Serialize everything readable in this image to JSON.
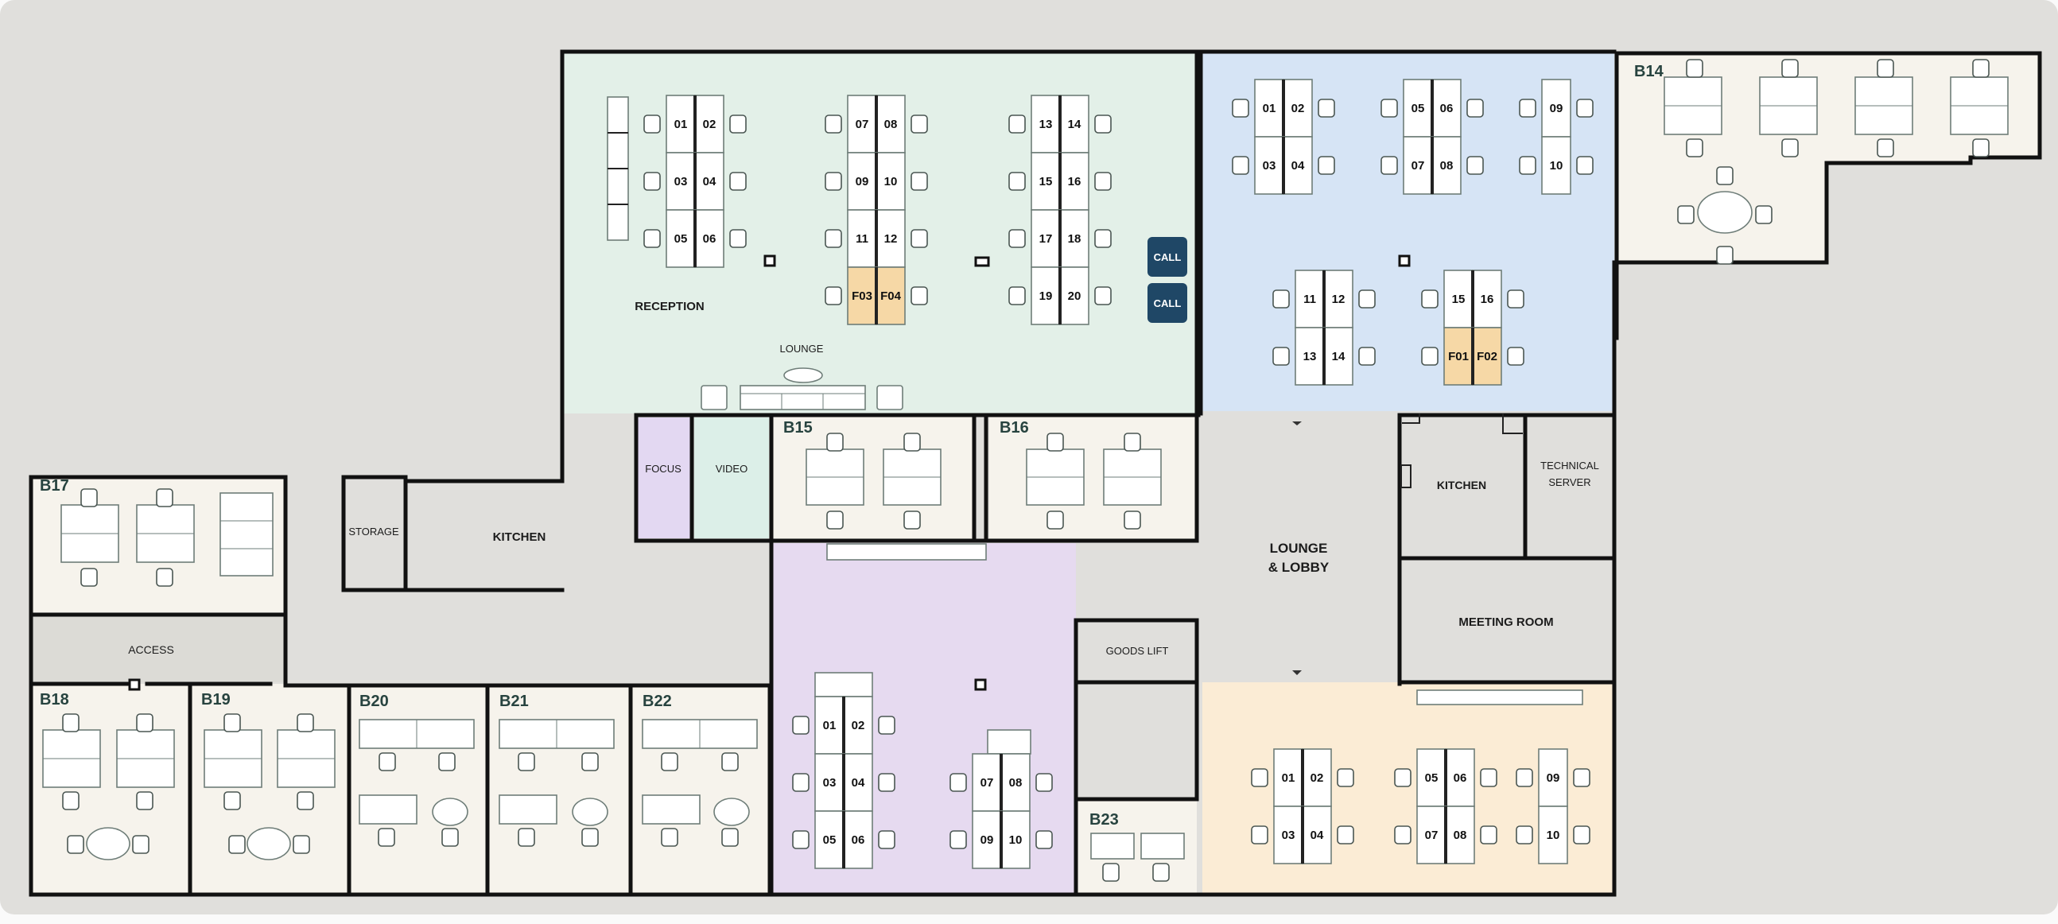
{
  "floor": {
    "zones": {
      "reception": {
        "label": "RECEPTION",
        "color": "#e3f0e8"
      },
      "lounge_small": {
        "label": "LOUNGE"
      },
      "blue": {
        "color": "#d6e4f5"
      },
      "purple": {
        "color": "#e6daf0"
      },
      "orange": {
        "color": "#fbecd5"
      },
      "focus": {
        "label": "FOCUS",
        "color": "#e3d8f2"
      },
      "video": {
        "label": "VIDEO",
        "color": "#dcefe8"
      },
      "storage": {
        "label": "STORAGE"
      },
      "kitchen_left": {
        "label": "KITCHEN"
      },
      "kitchen_right": {
        "label": "KITCHEN"
      },
      "technical": {
        "label_line1": "TECHNICAL",
        "label_line2": "SERVER"
      },
      "lounge_lobby": {
        "label_line1": "LOUNGE",
        "label_line2": "& LOBBY"
      },
      "meeting_room": {
        "label": "MEETING ROOM"
      },
      "goods_lift": {
        "label": "GOODS LIFT"
      },
      "access": {
        "label": "ACCESS"
      }
    },
    "rooms": {
      "B14": "B14",
      "B15": "B15",
      "B16": "B16",
      "B17": "B17",
      "B18": "B18",
      "B19": "B19",
      "B20": "B20",
      "B21": "B21",
      "B22": "B22",
      "B23": "B23"
    },
    "call_booths": [
      "CALL",
      "CALL"
    ],
    "desks": {
      "reception_group_a": [
        "01",
        "02",
        "03",
        "04",
        "05",
        "06"
      ],
      "reception_group_b": [
        "07",
        "08",
        "09",
        "10",
        "11",
        "12",
        "F03",
        "F04"
      ],
      "reception_group_c": [
        "13",
        "14",
        "15",
        "16",
        "17",
        "18",
        "19",
        "20"
      ],
      "blue_group_a": [
        "01",
        "02",
        "03",
        "04"
      ],
      "blue_group_b": [
        "05",
        "06",
        "07",
        "08"
      ],
      "blue_group_c": [
        "09",
        "10"
      ],
      "blue_group_d": [
        "11",
        "12",
        "13",
        "14"
      ],
      "blue_group_e": [
        "15",
        "16",
        "F01",
        "F02"
      ],
      "purple_group_a": [
        "01",
        "02",
        "03",
        "04",
        "05",
        "06"
      ],
      "purple_group_b": [
        "07",
        "08",
        "09",
        "10"
      ],
      "orange_group_a": [
        "01",
        "02",
        "03",
        "04"
      ],
      "orange_group_b": [
        "05",
        "06",
        "07",
        "08"
      ],
      "orange_group_c": [
        "09",
        "10"
      ]
    },
    "colors": {
      "room_fill": "#f6f3ec",
      "corridor": "#dfdedb",
      "flex_desk": "#f6d8a6",
      "call_booth": "#1f4766",
      "wall": "#111111"
    }
  }
}
